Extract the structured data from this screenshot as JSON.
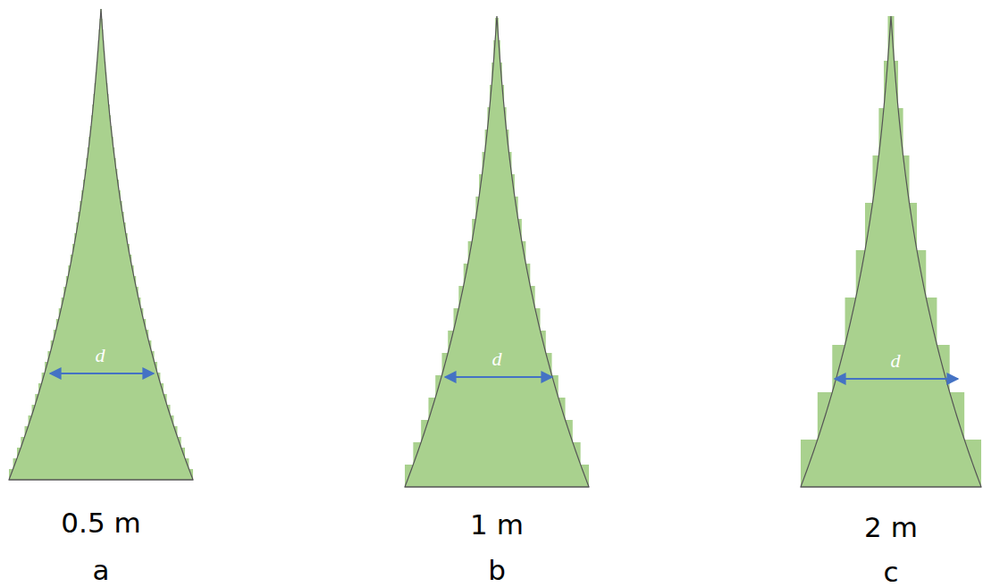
{
  "diagram": {
    "labels": [
      "d",
      "0.5 m",
      "a",
      "d",
      "1 m",
      "b",
      "d",
      "2 m",
      "c"
    ]
  }
}
